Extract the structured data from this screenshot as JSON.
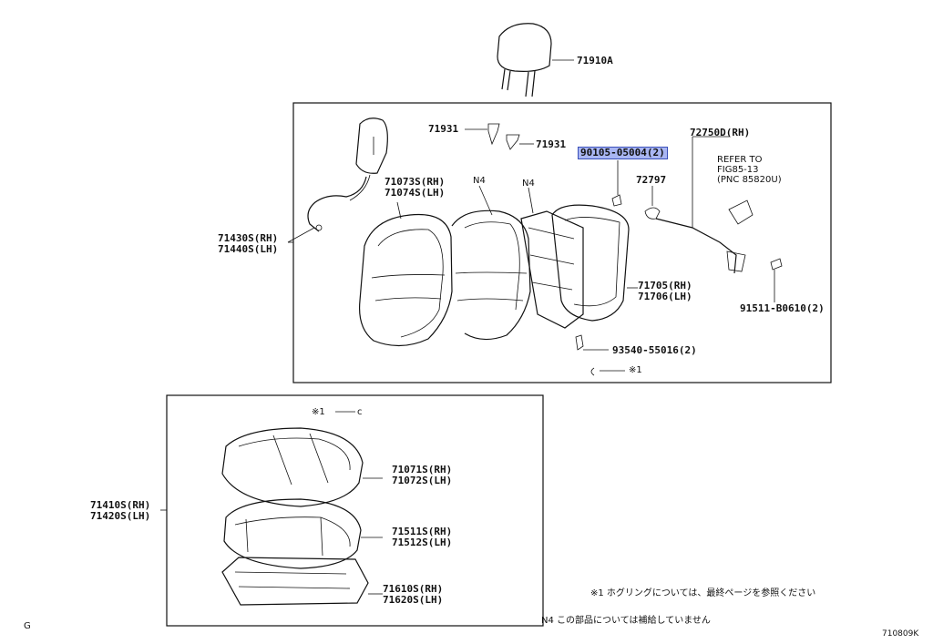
{
  "diagram": {
    "headrest": "71910A",
    "back_parts": {
      "p71931_a": "71931",
      "p71931_b": "71931",
      "p90105": "90105-05004(2)",
      "p72750": "72750D(RH)",
      "refer_line1": "REFER TO",
      "refer_line2": "FIG85-13",
      "refer_line3": "(PNC 85820U)",
      "p72797": "72797",
      "p71073": "71073S(RH)",
      "p71074": "71074S(LH)",
      "n4_a": "N4",
      "n4_b": "N4",
      "p71430": "71430S(RH)",
      "p71440": "71440S(LH)",
      "p71705": "71705(RH)",
      "p71706": "71706(LH)",
      "p91511": "91511-B0610(2)",
      "p93540": "93540-55016(2)",
      "mark1": "※1"
    },
    "cushion_parts": {
      "mark1": "※1",
      "p71410": "71410S(RH)",
      "p71420": "71420S(LH)",
      "p71071": "71071S(RH)",
      "p71072": "71072S(LH)",
      "p71511": "71511S(RH)",
      "p71512": "71512S(LH)",
      "p71610": "71610S(RH)",
      "p71620": "71620S(LH)"
    },
    "notes": {
      "note1": "※1  ホグリングについては、最終ページを参照ください",
      "note2": "N4   この部品については補給していません"
    },
    "corner_g": "G",
    "figure_code": "710809K"
  }
}
